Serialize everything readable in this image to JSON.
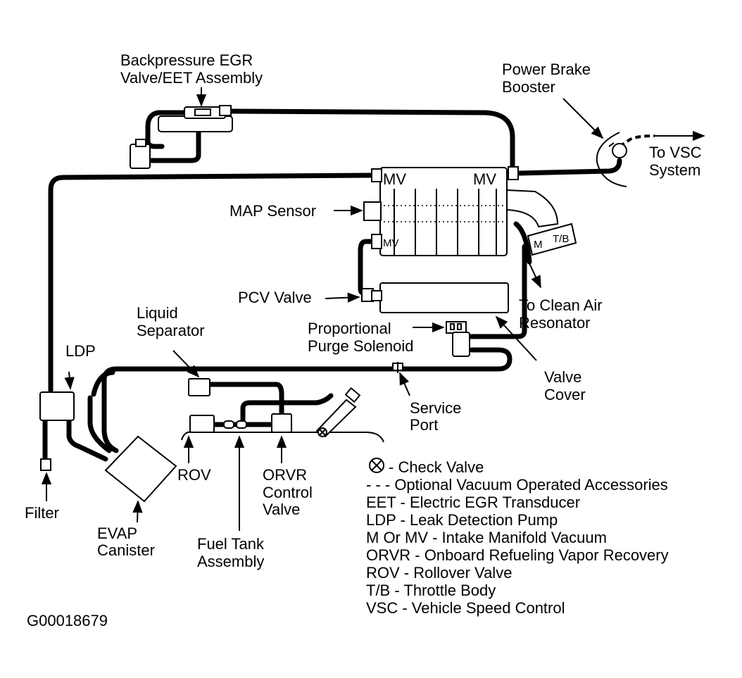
{
  "diagram": {
    "labels": {
      "egr_valve_line1": "Backpressure EGR",
      "egr_valve_line2": "Valve/EET Assembly",
      "brake_booster_line1": "Power Brake",
      "brake_booster_line2": "Booster",
      "vsc_line1": "To VSC",
      "vsc_line2": "System",
      "map_sensor": "MAP Sensor",
      "mv_left": "MV",
      "mv_right": "MV",
      "mv_small": "MV",
      "m_port": "M",
      "tb_port": "T/B",
      "pcv_valve": "PCV Valve",
      "clean_air_line1": "To Clean Air",
      "clean_air_line2": "Resonator",
      "liquid_sep_line1": "Liquid",
      "liquid_sep_line2": "Separator",
      "purge_line1": "Proportional",
      "purge_line2": "Purge Solenoid",
      "ldp": "LDP",
      "valve_cover_line1": "Valve",
      "valve_cover_line2": "Cover",
      "service_port_line1": "Service",
      "service_port_line2": "Port",
      "rov": "ROV",
      "orvr_line1": "ORVR",
      "orvr_line2": "Control",
      "orvr_line3": "Valve",
      "filter": "Filter",
      "evap_line1": "EVAP",
      "evap_line2": "Canister",
      "fuel_tank_line1": "Fuel Tank",
      "fuel_tank_line2": "Assembly"
    },
    "legend": [
      "- Check Valve",
      "- - -  Optional Vacuum Operated Accessories",
      "EET - Electric EGR Transducer",
      "LDP - Leak Detection Pump",
      "M Or MV - Intake Manifold Vacuum",
      "ORVR - Onboard Refueling Vapor Recovery",
      "ROV - Rollover Valve",
      "T/B - Throttle Body",
      "VSC - Vehicle Speed Control"
    ],
    "figure_id": "G00018679"
  }
}
